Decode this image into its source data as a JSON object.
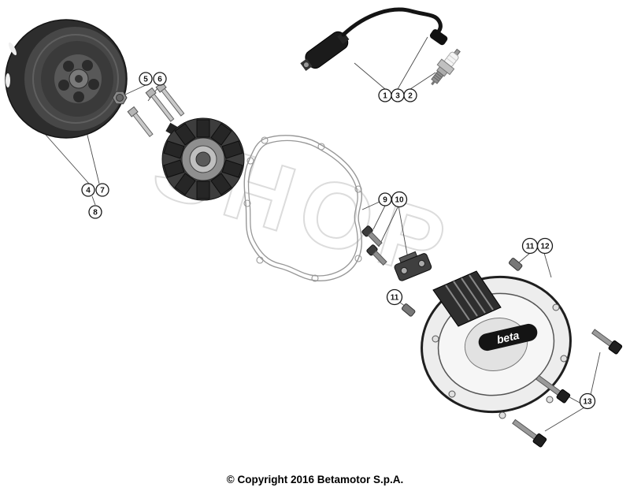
{
  "page": {
    "copyright": "© Copyright 2016 Betamotor S.p.A.",
    "watermark": "SHOP",
    "cover_logo": "beta"
  },
  "callouts": {
    "c1": "1",
    "c2": "2",
    "c3": "3",
    "c4": "4",
    "c5": "5",
    "c6": "6",
    "c7": "7",
    "c8": "8",
    "c9": "9",
    "c10": "10",
    "c11a": "11",
    "c11b": "11",
    "c12": "12",
    "c13": "13"
  }
}
